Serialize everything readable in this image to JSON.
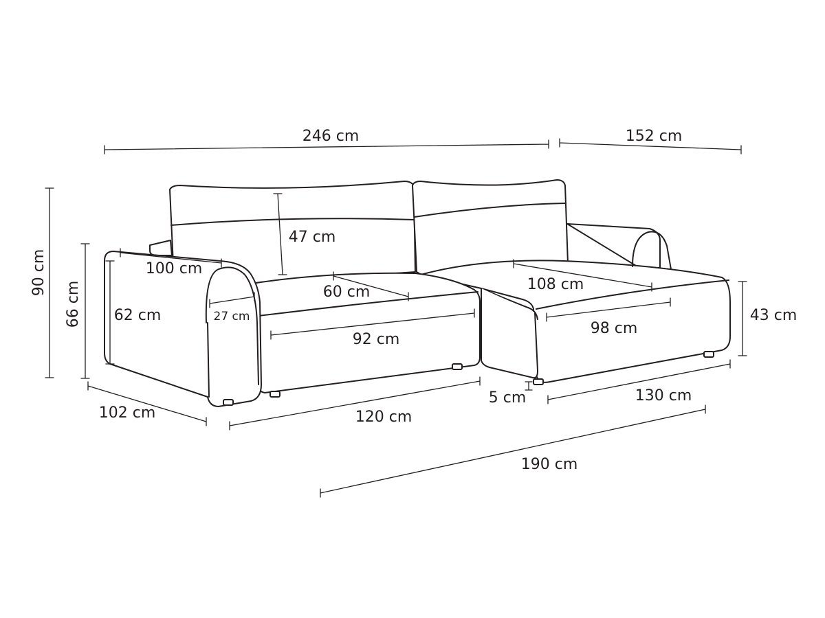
{
  "dimensions": {
    "total_width": "246 cm",
    "chaise_width": "152 cm",
    "total_height": "90 cm",
    "armrest_height": "66 cm",
    "backrest_height": "47 cm",
    "armrest_length": "100 cm",
    "armrest_inner_height": "62 cm",
    "armrest_width": "27 cm",
    "seat_depth": "60 cm",
    "seat_width": "92 cm",
    "depth": "102 cm",
    "seat_section_length": "120 cm",
    "chaise_seat_length": "108 cm",
    "chaise_seat_width": "98 cm",
    "seat_height": "43 cm",
    "leg_height": "5 cm",
    "chaise_base_length": "130 cm",
    "chaise_depth": "190 cm"
  },
  "colors": {
    "line": "#231f20",
    "background": "#ffffff"
  }
}
